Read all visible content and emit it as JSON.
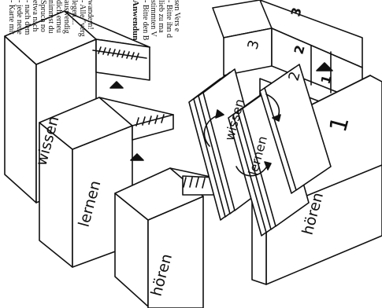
{
  "boxes_left": {
    "wissen": "wissen",
    "lernen": "lernen",
    "horen": "hören"
  },
  "boxes_right": {
    "wissen": "wissen",
    "lernen": "lernen",
    "horen": "hören"
  },
  "numbers": [
    "1",
    "2",
    "3",
    "1",
    "2",
    "3"
  ],
  "instructions": {
    "lines_top": [
      "- Karte mit",
      "- jede neue",
      "- nach dem",
      "  etwa nach",
      "  Spruch no",
      "  nimmst du",
      "  dich erneu",
      "  auswendig",
      "  legen ...",
      "- Alle \"verg",
      "  wandern!"
    ],
    "heading": "Anwendun",
    "lines_bottom": [
      "- Bitte den B",
      "  stimmten V",
      "  lieb zu ma",
      "- Bitte ihn d",
      "  sen Vers e"
    ]
  }
}
